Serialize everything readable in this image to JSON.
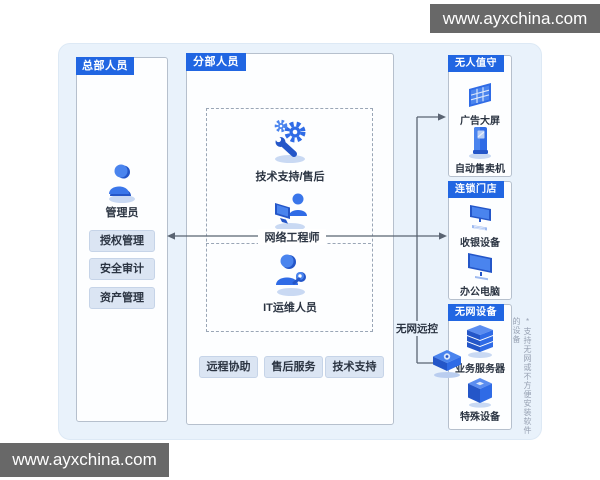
{
  "watermarks": {
    "top_right": "www.ayxchina.com",
    "bottom_left": "www.ayxchina.com"
  },
  "panels": {
    "headquarters": {
      "title": "总部人员",
      "role_label": "管理员",
      "buttons": [
        "授权管理",
        "安全审计",
        "资产管理"
      ]
    },
    "branch": {
      "title": "分部人员",
      "roles": [
        "技术支持/售后",
        "网络工程师",
        "IT运维人员"
      ],
      "buttons": [
        "远程协助",
        "售后服务",
        "技术支持"
      ]
    },
    "unattended": {
      "title": "无人值守",
      "items": [
        "广告大屏",
        "自动售卖机"
      ]
    },
    "chain_store": {
      "title": "连锁门店",
      "items": [
        "收银设备",
        "办公电脑"
      ]
    },
    "offline_devices": {
      "title": "无网设备",
      "items": [
        "业务服务器",
        "特殊设备"
      ]
    }
  },
  "connectors": {
    "offline_remote_label": "无网远控"
  },
  "side_note": "*支持无网或不方便安装软件的设备",
  "icons": [
    "admin-person-icon",
    "gears-wrench-icon",
    "engineer-workstation-icon",
    "it-ops-person-icon",
    "ad-screen-icon",
    "vending-machine-icon",
    "cashier-device-icon",
    "office-computer-icon",
    "business-server-icon",
    "special-device-icon",
    "hub-device-icon"
  ],
  "colors": {
    "tag_blue": "#2166e2",
    "canvas_bg": "#e9f2fb",
    "icon_blue": "#2f6be6",
    "icon_dark_blue": "#2456c8",
    "button_bg": "#dbe5f3",
    "line": "#5a6472",
    "watermark_bg": "#686868"
  }
}
